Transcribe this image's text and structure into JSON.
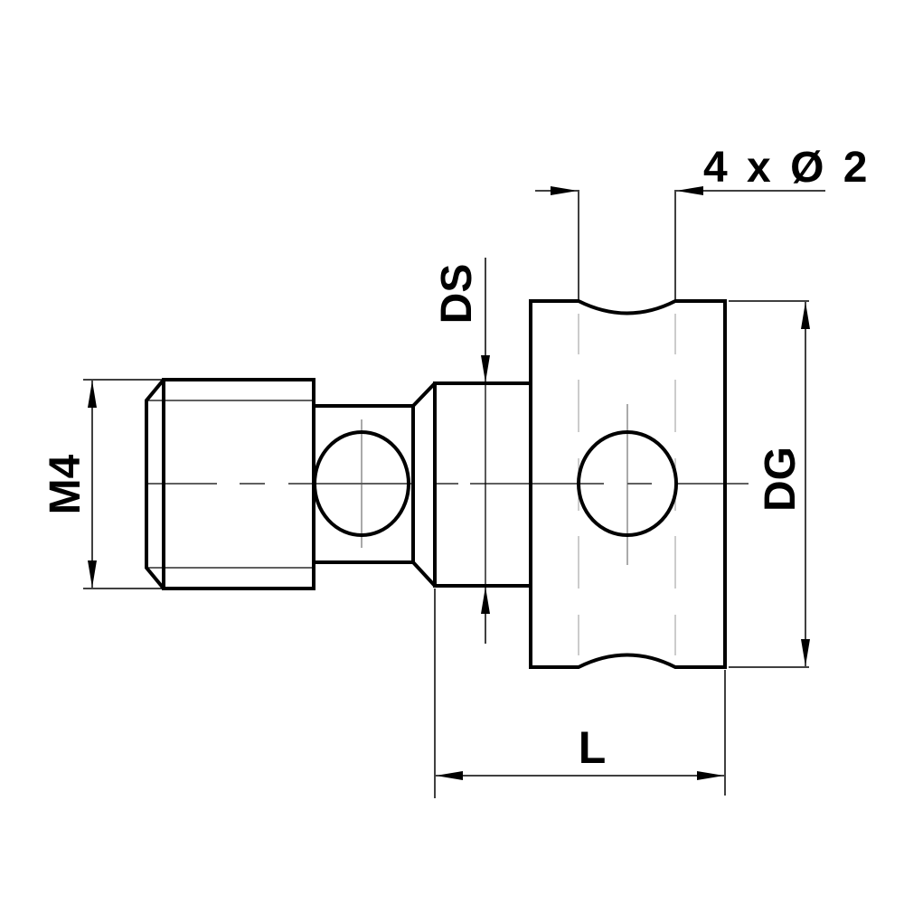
{
  "drawing": {
    "title": "Stylus extension / adapter technical drawing",
    "colors": {
      "outline": "#000000",
      "hidden_line": "#b0b0b0",
      "background": "#ffffff"
    },
    "dimensions": {
      "thread": {
        "label": "M4"
      },
      "stem_diameter": {
        "label": "DS"
      },
      "head_diameter": {
        "label": "DG"
      },
      "length": {
        "label": "L"
      },
      "holes": {
        "label": "4 x Ø 2"
      }
    }
  }
}
